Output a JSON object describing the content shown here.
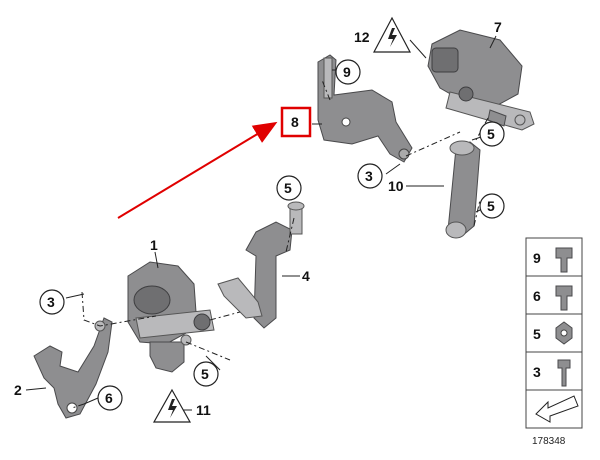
{
  "diagram": {
    "callouts": {
      "c1": "1",
      "c2": "2",
      "c3a": "3",
      "c3b": "3",
      "c4": "4",
      "c5a": "5",
      "c5b": "5",
      "c5c": "5",
      "c5d": "5",
      "c6": "6",
      "c7": "7",
      "c8": "8",
      "c9": "9",
      "c10": "10",
      "c11": "11",
      "c12": "12"
    },
    "legend": {
      "l9": "9",
      "l6": "6",
      "l5": "5",
      "l3": "3"
    },
    "image_id": "178348",
    "highlight_color": "#e00000"
  }
}
